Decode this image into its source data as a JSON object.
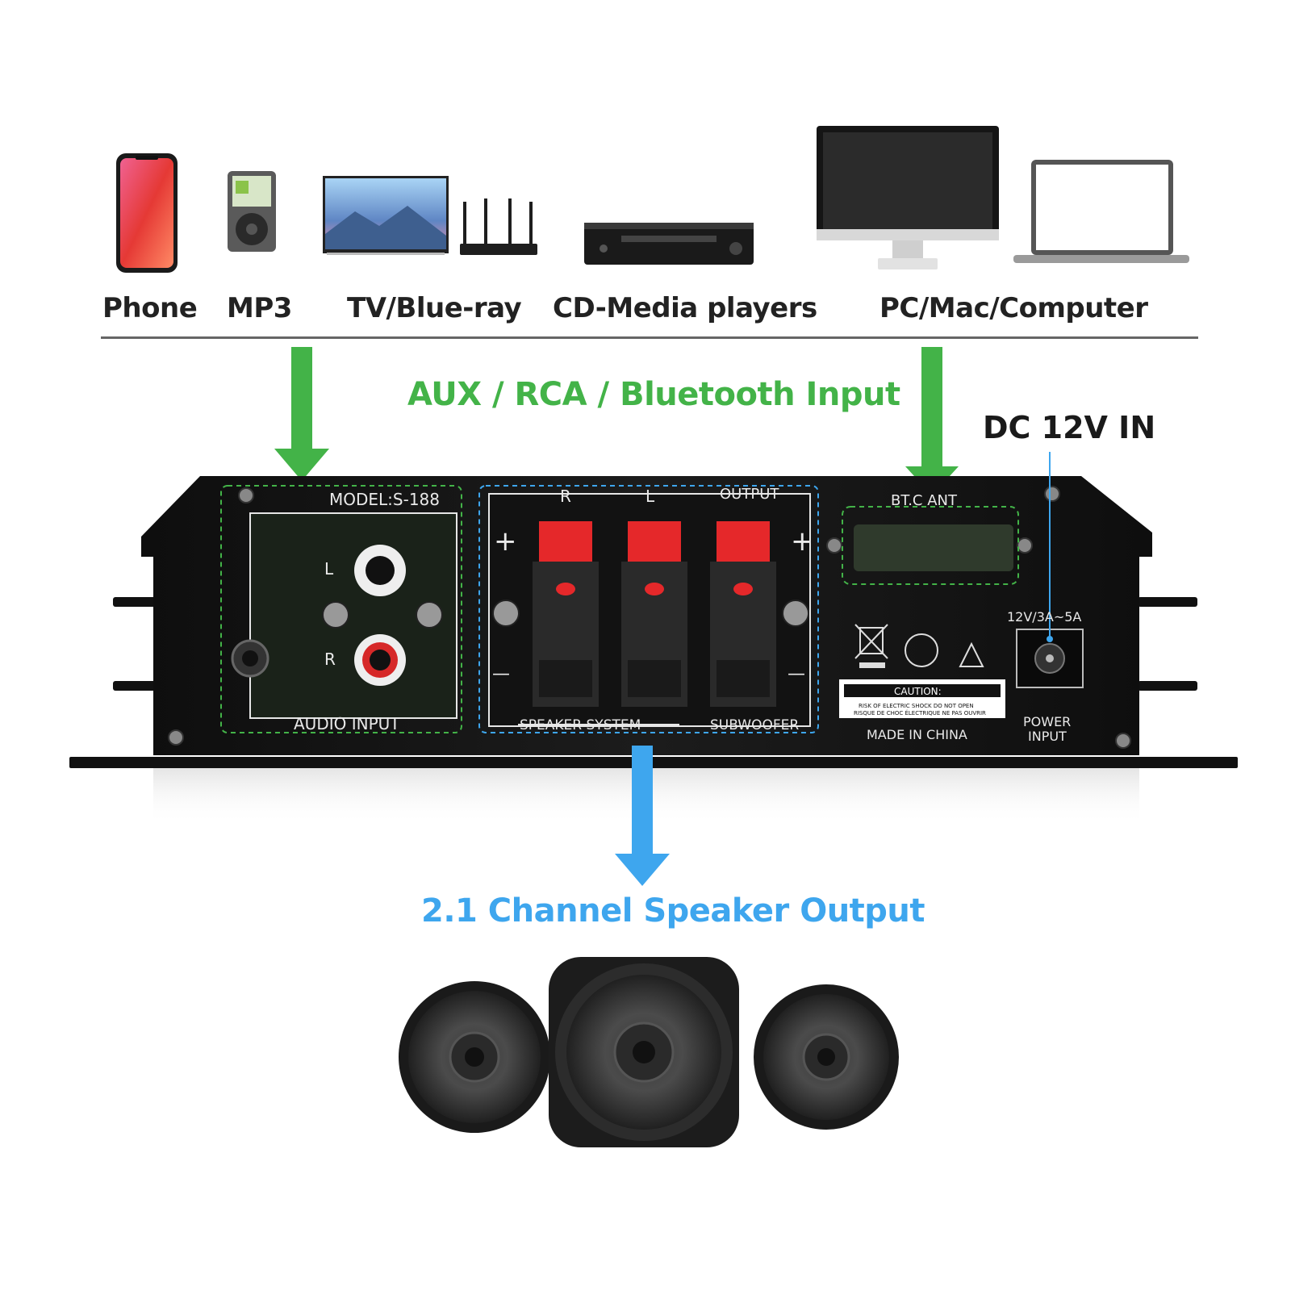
{
  "sources": {
    "phone": "Phone",
    "mp3": "MP3",
    "tv": "TV/Blue-ray",
    "cd": "CD-Media players",
    "pc": "PC/Mac/Computer"
  },
  "input_label": "AUX / RCA / Bluetooth Input",
  "dc_label": "DC 12V IN",
  "output_label": "2.1 Channel Speaker Output",
  "panel": {
    "model": "MODEL:S-188",
    "audio_input": "AUDIO INPUT",
    "l": "L",
    "r": "R",
    "r_top": "R",
    "l_top": "L",
    "output": "OUTPUT",
    "plus": "+",
    "minus": "—",
    "speaker_system": "SPEAKER  SYSTEM",
    "subwoofer": "SUBWOOFER",
    "bt_ant": "BT.C ANT",
    "power_rating": "12V/3A~5A",
    "caution": "CAUTION:",
    "caution_en": "RISK OF ELECTRIC SHOCK DO NOT OPEN",
    "caution_fr": "RISQUE DE CHOC ÉLECTRIQUE NE PAS OUVRIR",
    "made_in": "MADE IN CHINA",
    "power_input_1": "POWER",
    "power_input_2": "INPUT"
  },
  "colors": {
    "input_green": "#43b348",
    "output_blue": "#3ea6ee",
    "panel_black": "#151515",
    "terminal_red": "#e5282a"
  }
}
